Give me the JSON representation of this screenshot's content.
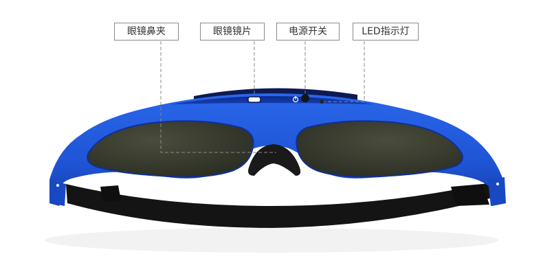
{
  "callouts": {
    "nose_clip": "眼镜鼻夹",
    "lens": "眼镜镜片",
    "power_switch": "电源开关",
    "led_indicator": "LED指示灯"
  },
  "colors": {
    "frame_blue": "#1f55d6",
    "frame_dark": "#0c2a8a",
    "lens": "#3a3d2e",
    "strap": "#141414",
    "callout_line": "#8a8a8a"
  }
}
